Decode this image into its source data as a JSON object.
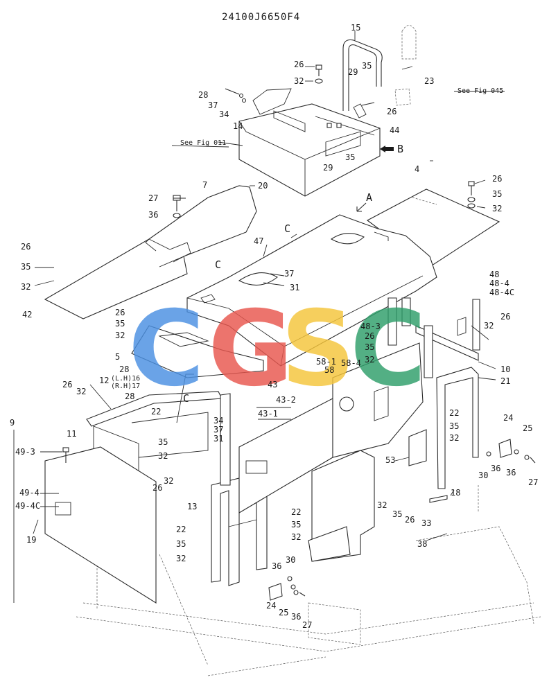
{
  "title": "24100J6650F4",
  "references": {
    "see_fig_011": "See Fig 011",
    "see_fig_045": "See Fig 045"
  },
  "views": {
    "a": "A",
    "b": "B",
    "c": "C"
  },
  "watermark": {
    "letters": [
      "C",
      "G",
      "S",
      "C"
    ],
    "colors": [
      "#4a90e2",
      "#e8564e",
      "#f5c53a",
      "#2e9e6a"
    ]
  },
  "callouts": {
    "n15": "15",
    "n26a": "26",
    "n32a": "32",
    "n35a": "35",
    "n29a": "29",
    "n23": "23",
    "n26b": "26",
    "n28a": "28",
    "n37a": "37",
    "n34a": "34",
    "n14": "14",
    "n44": "44",
    "n35b": "35",
    "n29b": "29",
    "n4": "4",
    "n7": "7",
    "n20": "20",
    "n27a": "27",
    "n36a": "36",
    "n26c": "26",
    "n35c": "35",
    "n32b": "32",
    "n42": "42",
    "n47": "47",
    "n37b": "37",
    "n31a": "31",
    "n26d": "26",
    "n35d": "35",
    "n32c": "32",
    "n48": "48",
    "n48_4": "48-4",
    "n48_4c": "48-4C",
    "n26e": "26",
    "n35e": "35",
    "n32d": "32",
    "n5": "5",
    "n48_3": "48-3",
    "n26f": "26",
    "n35f": "35",
    "n32e": "32",
    "n58_1": "58-1",
    "n58_4": "58-4",
    "n58": "58",
    "n32f": "32",
    "n26g": "26",
    "n10": "10",
    "n21": "21",
    "n28b": "28",
    "n16": "(L.H)16",
    "n17": "(R.H)17",
    "n28c": "28",
    "n26h": "26",
    "n32g": "32",
    "n12": "12",
    "n43": "43",
    "n43_2": "43-2",
    "n43_1": "43-1",
    "n22a": "22",
    "n34b": "34",
    "n37c": "37",
    "n31b": "31",
    "n35g": "35",
    "n32h": "32",
    "n9": "9",
    "n11": "11",
    "n49_3": "49-3",
    "n53": "53",
    "n22b": "22",
    "n35h": "35",
    "n32i": "32",
    "n24a": "24",
    "n25a": "25",
    "n30a": "30",
    "n36b": "36",
    "n36c": "36",
    "n27b": "27",
    "n18": "18",
    "n32j": "32",
    "n26i": "26",
    "n49_4": "49-4",
    "n49_4c": "49-4C",
    "n13": "13",
    "n22c": "22",
    "n35i": "35",
    "n32k": "32",
    "n22d": "22",
    "n35j": "35",
    "n32l": "32",
    "n32m": "32",
    "n35k": "35",
    "n26j": "26",
    "n33": "33",
    "n38": "38",
    "n19": "19",
    "n36d": "36",
    "n30b": "30",
    "n24b": "24",
    "n25b": "25",
    "n36e": "36",
    "n27c": "27"
  }
}
